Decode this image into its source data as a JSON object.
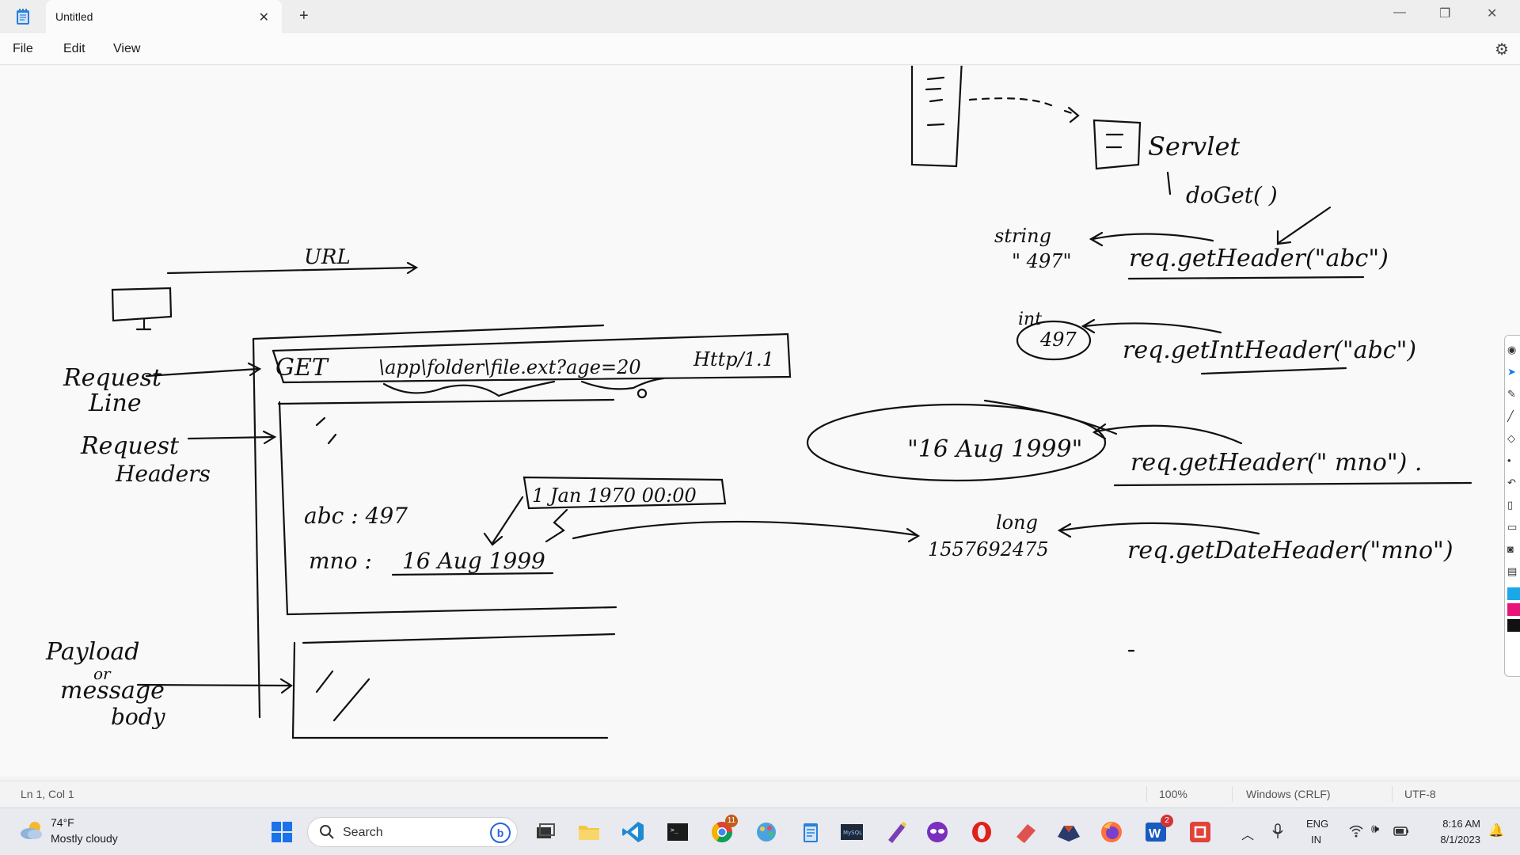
{
  "window": {
    "tab_title": "Untitled",
    "new_tab_symbol": "+",
    "close_tab_symbol": "✕",
    "minimize_symbol": "—",
    "maximize_symbol": "❐",
    "close_symbol": "✕"
  },
  "menu": {
    "file": "File",
    "edit": "Edit",
    "view": "View"
  },
  "drawing": {
    "url": "URL",
    "request_line_1": "Request",
    "request_line_2": "Line",
    "request_headers_1": "Request",
    "request_headers_2": "Headers",
    "payload_1": "Payload",
    "payload_2": "or",
    "payload_3": "message",
    "payload_4": "body",
    "request_get": "GET",
    "request_path": "\\app\\folder\\file.ext?age=20",
    "request_protocol": "Http/1.1",
    "header_abc": "abc : 497",
    "header_mno_key": "mno :",
    "header_mno_value": "16 Aug 1999",
    "epoch": "1 Jan 1970 00:00",
    "servlet": "Servlet",
    "doget": "doGet( )",
    "string_type": "string",
    "string_value": "\" 497\"",
    "get_header_abc": "req.getHeader(\"abc\")",
    "int_type": "int",
    "int_value": "497",
    "get_int_header": "req.getIntHeader(\"abc\")",
    "date_string": "\"16 Aug 1999\"",
    "get_header_mno": "req.getHeader(\" mno\") .",
    "long_type": "long",
    "long_value": "1557692475",
    "get_date_header": "req.getDateHeader(\"mno\")"
  },
  "status": {
    "position": "Ln 1, Col 1",
    "zoom": "100%",
    "line_ending": "Windows (CRLF)",
    "encoding": "UTF-8"
  },
  "taskbar": {
    "temperature": "74°F",
    "weather": "Mostly cloudy",
    "search_placeholder": "Search",
    "chrome_badge": "11",
    "word_badge": "2",
    "language_1": "ENG",
    "language_2": "IN",
    "time": "8:16 AM",
    "date": "8/1/2023"
  },
  "colors": {
    "accent": "#0067c0",
    "ink": "#111111"
  }
}
